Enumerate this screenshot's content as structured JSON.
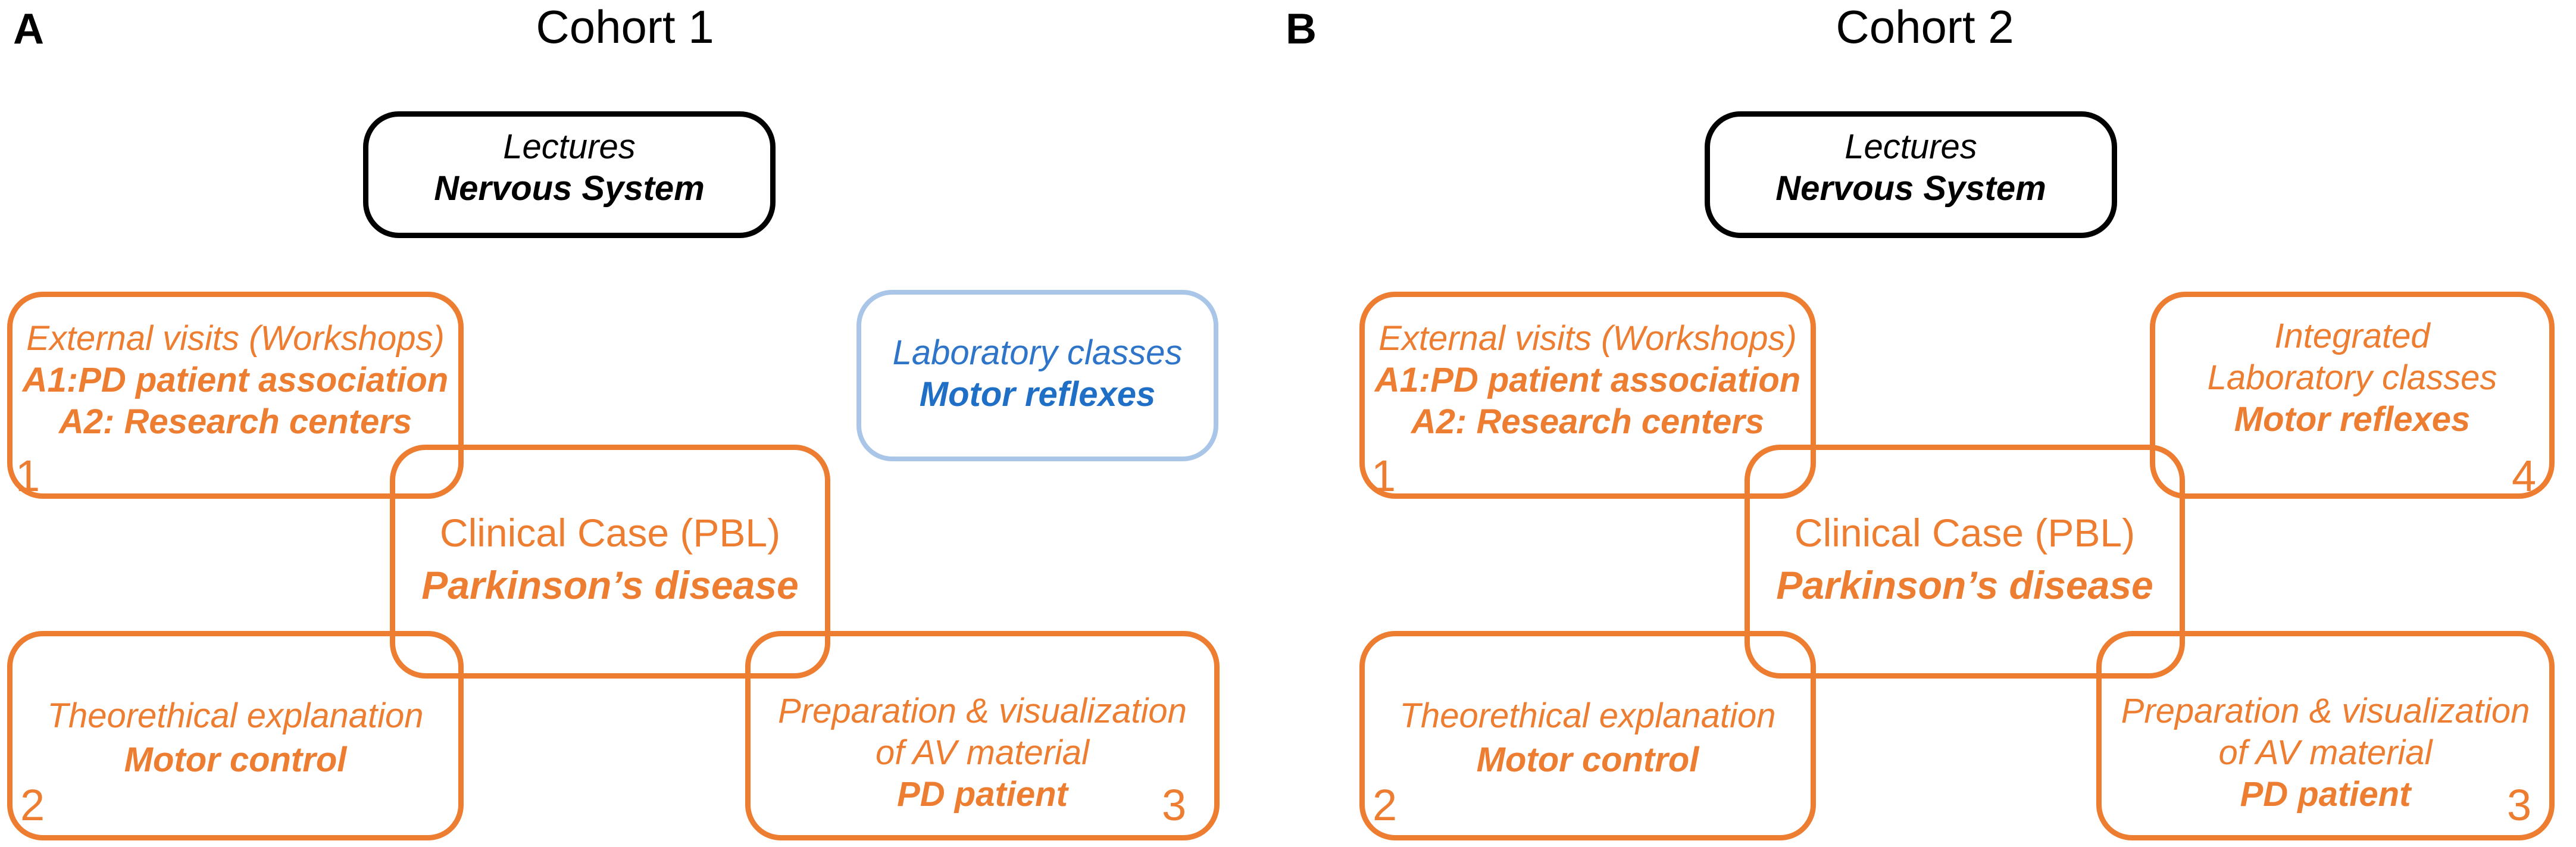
{
  "colors": {
    "orange": "#ED7D31",
    "black": "#000000",
    "light_blue_border": "#A9C6E8",
    "blue_text": "#2E75C9"
  },
  "panels": [
    {
      "letter": "A",
      "title": "Cohort 1",
      "lectures": {
        "line1": "Lectures",
        "line2": "Nervous System"
      },
      "external_visits": {
        "line1": "External visits (Workshops)",
        "line2": "A1:PD patient association",
        "line3": "A2: Research centers",
        "number": "1"
      },
      "lab": {
        "line1": "Laboratory classes",
        "line2": "Motor reflexes"
      },
      "clinical_case": {
        "line1": "Clinical Case (PBL)",
        "line2": "Parkinson’s disease"
      },
      "theory": {
        "line1": "Theorethical explanation",
        "line2": "Motor control",
        "number": "2"
      },
      "av_material": {
        "line1": "Preparation & visualization",
        "line2": "of AV material",
        "line3": "PD patient",
        "number": "3"
      }
    },
    {
      "letter": "B",
      "title": "Cohort 2",
      "lectures": {
        "line1": "Lectures",
        "line2": "Nervous System"
      },
      "external_visits": {
        "line1": "External visits (Workshops)",
        "line2": "A1:PD patient association",
        "line3": "A2: Research centers",
        "number": "1"
      },
      "lab": {
        "line1": "Integrated",
        "line2": "Laboratory classes",
        "line3": "Motor reflexes",
        "number": "4"
      },
      "clinical_case": {
        "line1": "Clinical Case (PBL)",
        "line2": "Parkinson’s disease"
      },
      "theory": {
        "line1": "Theorethical explanation",
        "line2": "Motor control",
        "number": "2"
      },
      "av_material": {
        "line1": "Preparation & visualization",
        "line2": "of AV material",
        "line3": "PD patient",
        "number": "3"
      }
    }
  ]
}
